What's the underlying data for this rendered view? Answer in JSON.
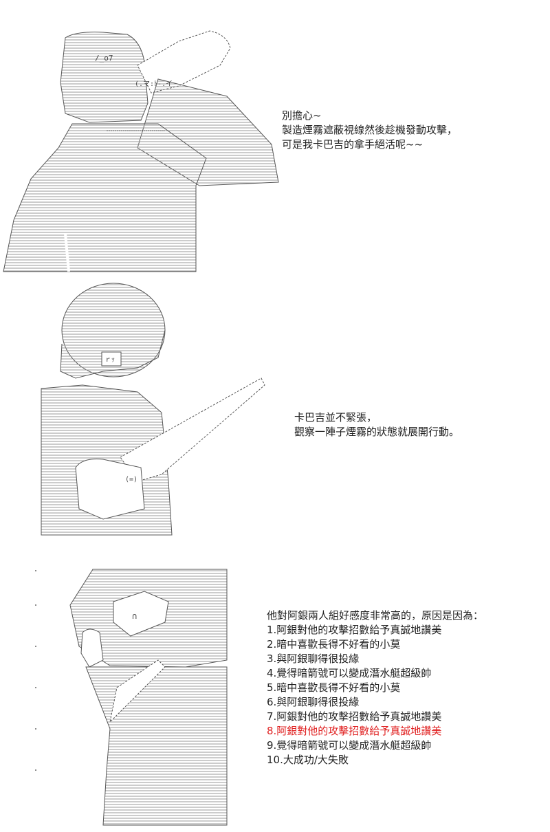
{
  "panel1": {
    "lines": [
      "別擔心~",
      "製造煙霧遮蔽視線然後趁機發動攻擊，",
      "可是我卡巴吉的拿手絕活呢~~"
    ]
  },
  "panel2": {
    "lines": [
      "卡巴吉並不緊張，",
      "觀察一陣子煙霧的狀態就展開行動。"
    ]
  },
  "panel3": {
    "intro": "他對阿銀兩人組好感度非常高的，原因是因為：",
    "reasons": [
      "1.阿銀對他的攻擊招數給予真誠地讚美",
      "2.暗中喜歡長得不好看的小莫",
      "3.與阿銀聊得很投緣",
      "4.覺得暗箭號可以變成潛水艇超級帥",
      "5.暗中喜歡長得不好看的小莫",
      "6.與阿銀聊得很投緣",
      "7.阿銀對他的攻擊招數給予真誠地讚美",
      "8.阿銀對他的攻擊招數給予真誠地讚美",
      "9.覺得暗箭號可以變成潛水艇超級帥",
      "10.大成功/大失敗"
    ],
    "highlight_color": "#e02020"
  }
}
